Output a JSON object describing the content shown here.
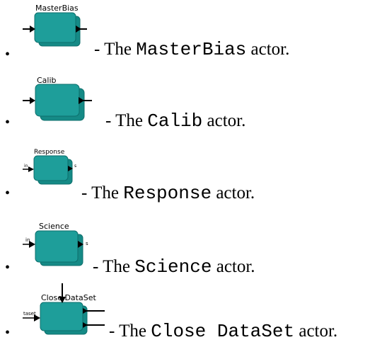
{
  "bullet": "•",
  "items": [
    {
      "title": "MasterBias",
      "prefix": "- The ",
      "name": "MasterBias",
      "suffix": " actor."
    },
    {
      "title": "Calib",
      "prefix": "- The ",
      "name": "Calib",
      "suffix": " actor."
    },
    {
      "title": "Response",
      "in_label": "in",
      "out_label": "s",
      "prefix": "- The ",
      "name": "Response",
      "suffix": " actor."
    },
    {
      "title": "Science",
      "in_label": "in",
      "out_label": "s",
      "prefix": "- The ",
      "name": "Science",
      "suffix": " actor."
    },
    {
      "title": "Close DataSet",
      "in_label": "taset",
      "prefix": "- The ",
      "name": "Close DataSet",
      "suffix": " actor."
    }
  ],
  "colors": {
    "actor_fill": "#1e9e9a",
    "actor_shadow": "#158a86",
    "actor_stroke": "#0d6f6c"
  }
}
